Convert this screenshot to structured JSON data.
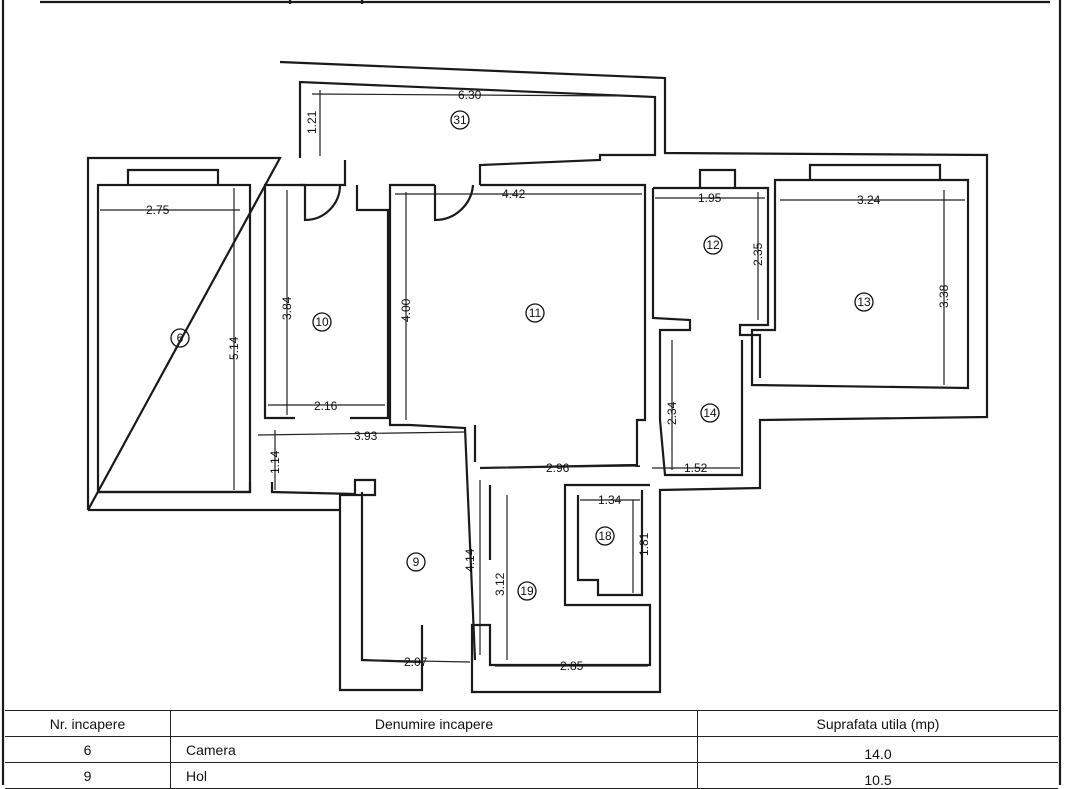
{
  "plan": {
    "rooms": [
      {
        "id": "6",
        "label": "6"
      },
      {
        "id": "9",
        "label": "9"
      },
      {
        "id": "10",
        "label": "10"
      },
      {
        "id": "11",
        "label": "11"
      },
      {
        "id": "12",
        "label": "12"
      },
      {
        "id": "13",
        "label": "13"
      },
      {
        "id": "14",
        "label": "14"
      },
      {
        "id": "18",
        "label": "18"
      },
      {
        "id": "19",
        "label": "19"
      },
      {
        "id": "31",
        "label": "31"
      }
    ],
    "dimensions": {
      "d630": "6.30",
      "d121": "1.21",
      "d275": "2.75",
      "d514": "5.14",
      "d384": "3.84",
      "d216": "2.16",
      "d400": "4.00",
      "d442": "4.42",
      "d195": "1.95",
      "d235": "2.35",
      "d324": "3.24",
      "d338": "3.38",
      "d393": "3.93",
      "d114": "1.14",
      "d234": "2.34",
      "d296": "2.96",
      "d152": "1.52",
      "d134": "1.34",
      "d181": "1.81",
      "d414": "4.14",
      "d312": "3.12",
      "d207": "2.07",
      "d285": "2.85"
    }
  },
  "table": {
    "headers": [
      "Nr. incapere",
      "Denumire incapere",
      "Suprafata utila (mp)"
    ],
    "rows": [
      {
        "nr": "6",
        "name": "Camera",
        "area": "14.0"
      },
      {
        "nr": "9",
        "name": "Hol",
        "area": "10.5"
      }
    ]
  }
}
